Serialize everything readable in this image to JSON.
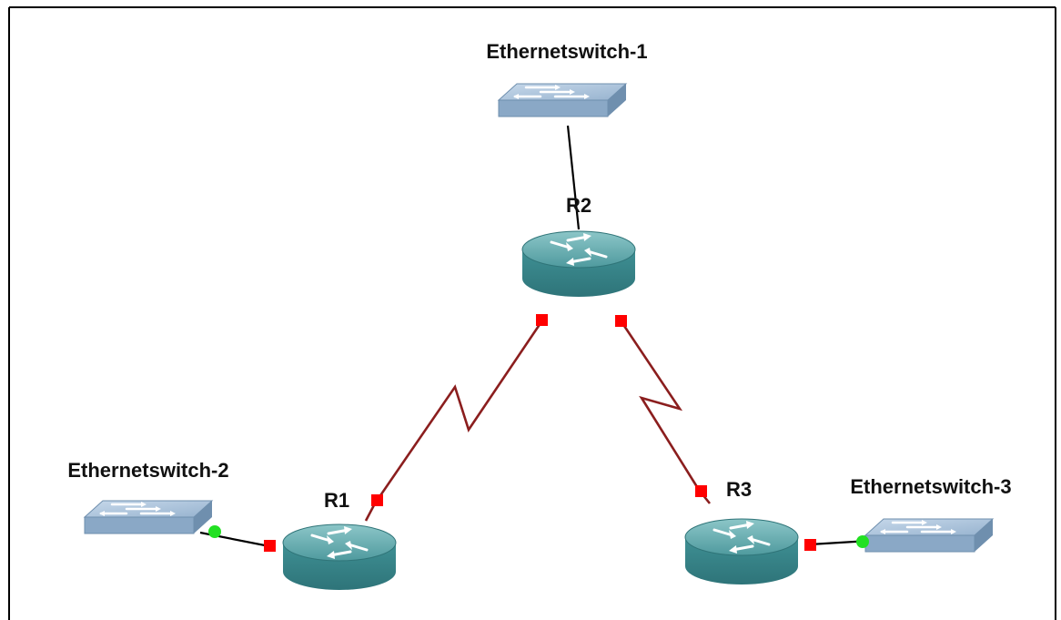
{
  "diagram": {
    "nodes": {
      "ethernetswitch_1": {
        "label": "Ethernetswitch-1",
        "kind": "switch",
        "icon": "ethernet-switch-icon"
      },
      "ethernetswitch_2": {
        "label": "Ethernetswitch-2",
        "kind": "switch",
        "icon": "ethernet-switch-icon"
      },
      "ethernetswitch_3": {
        "label": "Ethernetswitch-3",
        "kind": "switch",
        "icon": "ethernet-switch-icon"
      },
      "r1": {
        "label": "R1",
        "kind": "router",
        "icon": "router-icon"
      },
      "r2": {
        "label": "R2",
        "kind": "router",
        "icon": "router-icon"
      },
      "r3": {
        "label": "R3",
        "kind": "router",
        "icon": "router-icon"
      }
    },
    "links": [
      {
        "from": "Ethernetswitch-1",
        "to": "R2",
        "type": "ethernet",
        "status": "none"
      },
      {
        "from": "R2",
        "to": "R1",
        "type": "serial",
        "status": "down"
      },
      {
        "from": "R2",
        "to": "R3",
        "type": "serial",
        "status": "down"
      },
      {
        "from": "Ethernetswitch-2",
        "to": "R1",
        "type": "ethernet",
        "status": "green/red"
      },
      {
        "from": "R3",
        "to": "Ethernetswitch-3",
        "type": "ethernet",
        "status": "red/green"
      }
    ],
    "colors": {
      "router_top": "#63a7ab",
      "router_side": "#3b8a8e",
      "switch_top": "#a9c3dc",
      "switch_side": "#7896b6",
      "serial_link": "#8b1e1e",
      "ethernet_link": "#000000",
      "port_down": "#ff0000",
      "port_up": "#22e022"
    }
  }
}
